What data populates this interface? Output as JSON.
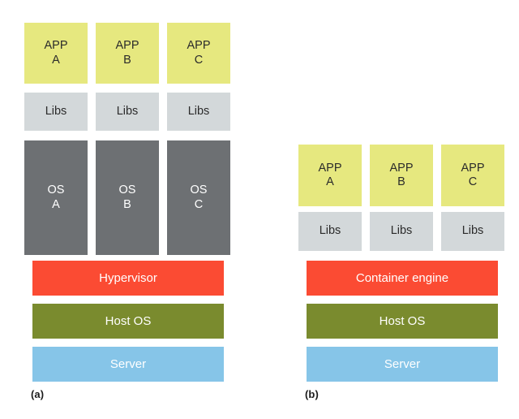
{
  "figure": {
    "background": "#ffffff",
    "palette": {
      "app": "#e6e87f",
      "libs": "#d3d8da",
      "guest_os": "#6d7073",
      "virtualization_layer": "#fb4b33",
      "host_os": "#7a8b2e",
      "server": "#86c5e8",
      "text_dark": "#2b2b2b",
      "text_light": "#ffffff"
    }
  },
  "panel_a": {
    "caption": "(a)",
    "apps": [
      {
        "line1": "APP",
        "line2": "A"
      },
      {
        "line1": "APP",
        "line2": "B"
      },
      {
        "line1": "APP",
        "line2": "C"
      }
    ],
    "libs": [
      {
        "label": "Libs"
      },
      {
        "label": "Libs"
      },
      {
        "label": "Libs"
      }
    ],
    "guest_os": [
      {
        "line1": "OS",
        "line2": "A"
      },
      {
        "line1": "OS",
        "line2": "B"
      },
      {
        "line1": "OS",
        "line2": "C"
      }
    ],
    "bars": [
      {
        "label": "Hypervisor"
      },
      {
        "label": "Host OS"
      },
      {
        "label": "Server"
      }
    ]
  },
  "panel_b": {
    "caption": "(b)",
    "apps": [
      {
        "line1": "APP",
        "line2": "A"
      },
      {
        "line1": "APP",
        "line2": "B"
      },
      {
        "line1": "APP",
        "line2": "C"
      }
    ],
    "libs": [
      {
        "label": "Libs"
      },
      {
        "label": "Libs"
      },
      {
        "label": "Libs"
      }
    ],
    "bars": [
      {
        "label": "Container engine"
      },
      {
        "label": "Host OS"
      },
      {
        "label": "Server"
      }
    ]
  }
}
